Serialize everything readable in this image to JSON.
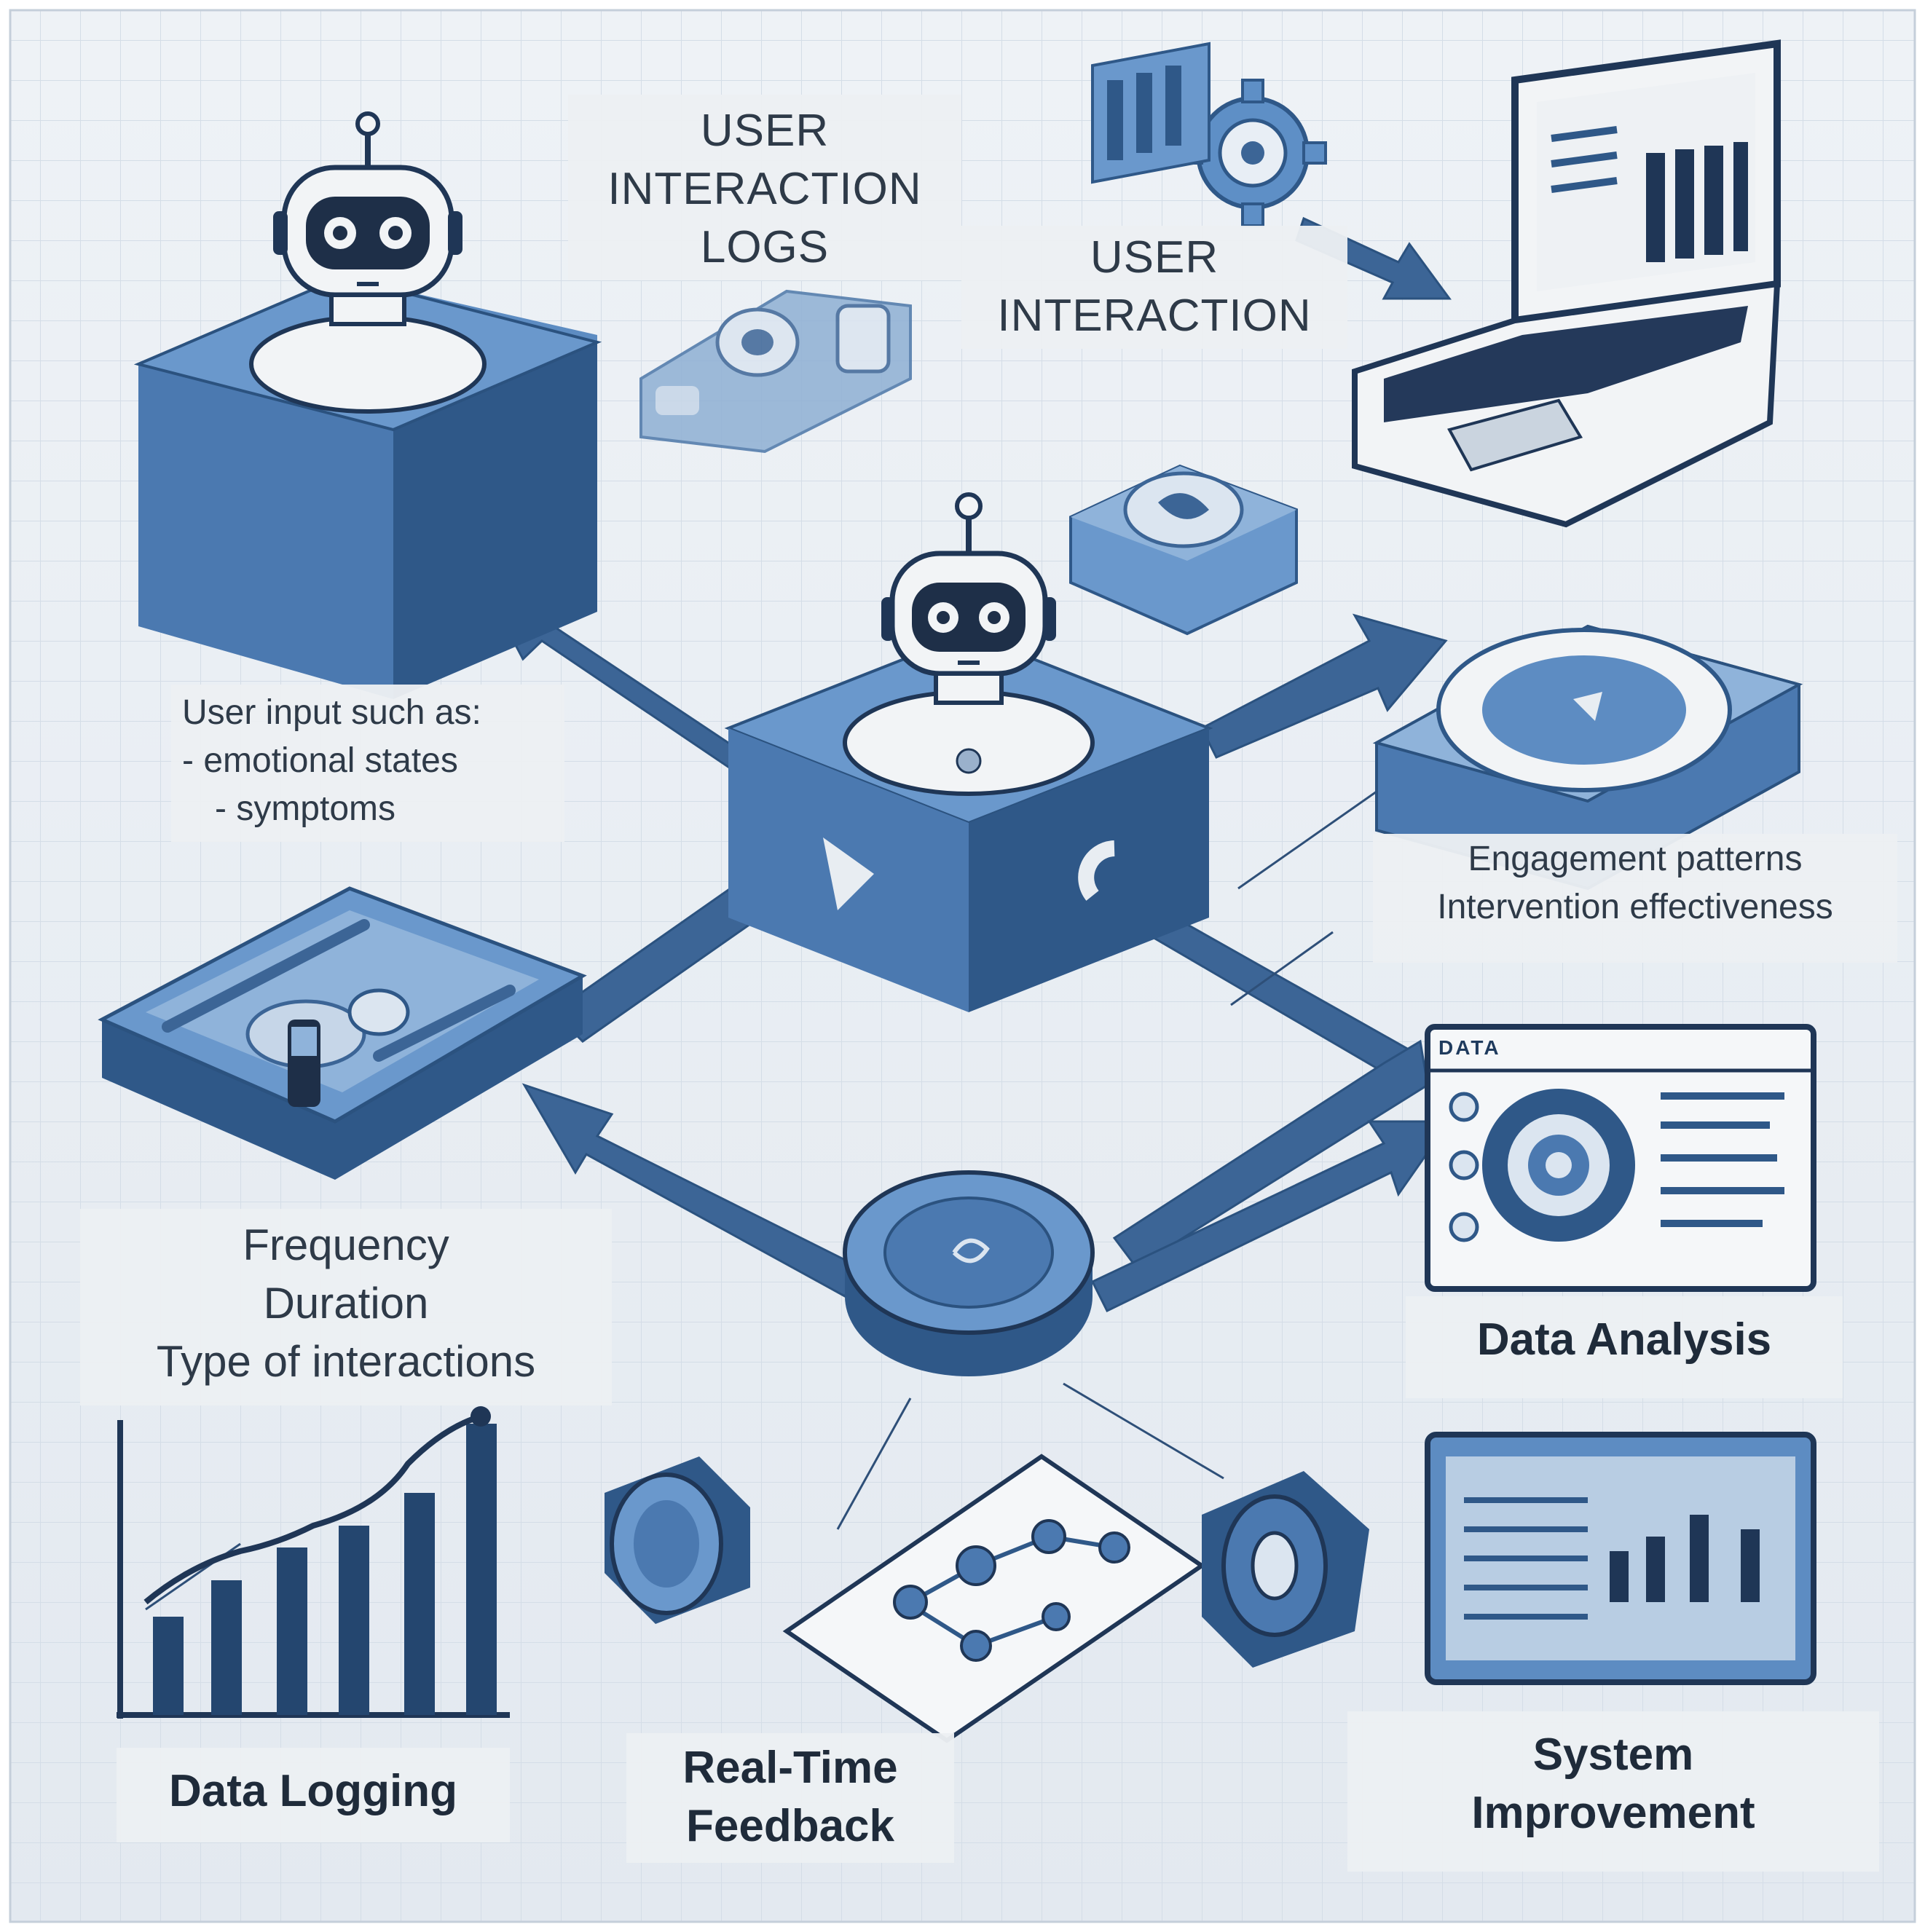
{
  "colors": {
    "background": "#e8edf2",
    "grid": "#d4dde7",
    "box_blue": "#4a78b0",
    "box_dark": "#2b527f",
    "arrow": "#3c6596",
    "text": "#2e3a48"
  },
  "labels": {
    "user_interaction_logs": [
      "USER",
      "INTERACTION",
      "LOGS"
    ],
    "user_interaction": [
      "USER",
      "INTERACTION"
    ],
    "user_input": [
      "User input such as:",
      "- emotional states",
      "- symptoms"
    ],
    "engagement": [
      "Engagement patterns",
      "Intervention effectiveness"
    ],
    "metrics": [
      "Frequency",
      "Duration",
      "Type of interactions"
    ],
    "data_analysis": "Data Analysis",
    "data_logging": "Data Logging",
    "real_time_feedback": [
      "Real-Time",
      "Feedback"
    ],
    "system_improvement": [
      "System",
      "Improvement"
    ],
    "data_panel_header": "DATA"
  },
  "icons": [
    "robot-icon",
    "laptop-icon",
    "gear-icon",
    "circular-dial-icon",
    "bar-chart-icon",
    "speech-bubble-icon",
    "network-graph-icon",
    "dashboard-icon"
  ]
}
